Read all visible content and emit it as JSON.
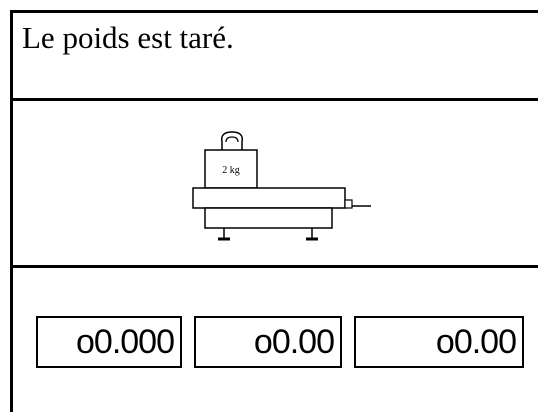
{
  "message": "Le poids est taré.",
  "weight_label": "2 kg",
  "displays": [
    {
      "value": "o0.000"
    },
    {
      "value": "o0.00"
    },
    {
      "value": "o0.00"
    }
  ]
}
